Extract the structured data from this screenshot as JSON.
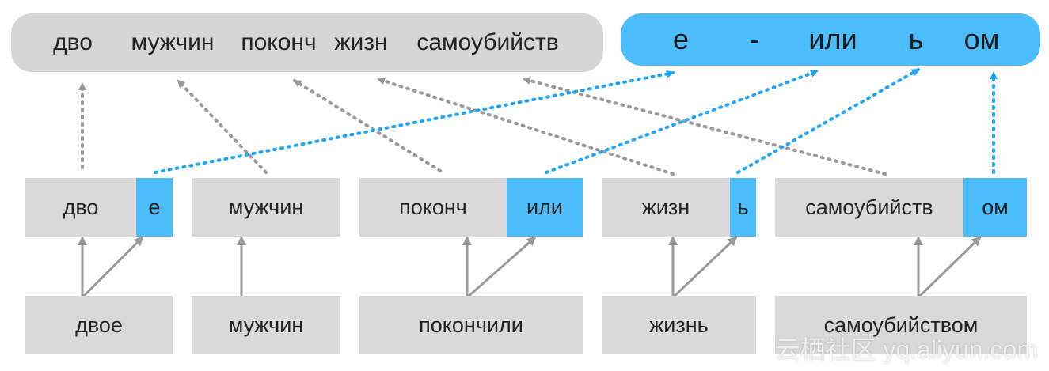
{
  "colors": {
    "stem_fill": "#d9d9d9",
    "suffix_fill": "#4bbdfc",
    "stem_arrow": "#9a9a9a",
    "suffix_arrow": "#1fa7f5"
  },
  "top_stems": [
    "дво",
    "мужчин",
    "поконч",
    "жизн",
    "самоубийств"
  ],
  "top_suffixes": [
    "е",
    "-",
    "или",
    "ь",
    "ом"
  ],
  "split_words": [
    {
      "stem": "дво",
      "suffix": "е"
    },
    {
      "stem": "мужчин",
      "suffix": ""
    },
    {
      "stem": "поконч",
      "suffix": "или"
    },
    {
      "stem": "жизн",
      "suffix": "ь"
    },
    {
      "stem": "самоубийств",
      "suffix": "ом"
    }
  ],
  "source_words": [
    "двое",
    "мужчин",
    "покончили",
    "жизнь",
    "самоубийством"
  ],
  "watermark": "云栖社区 yq.aliyun.com"
}
